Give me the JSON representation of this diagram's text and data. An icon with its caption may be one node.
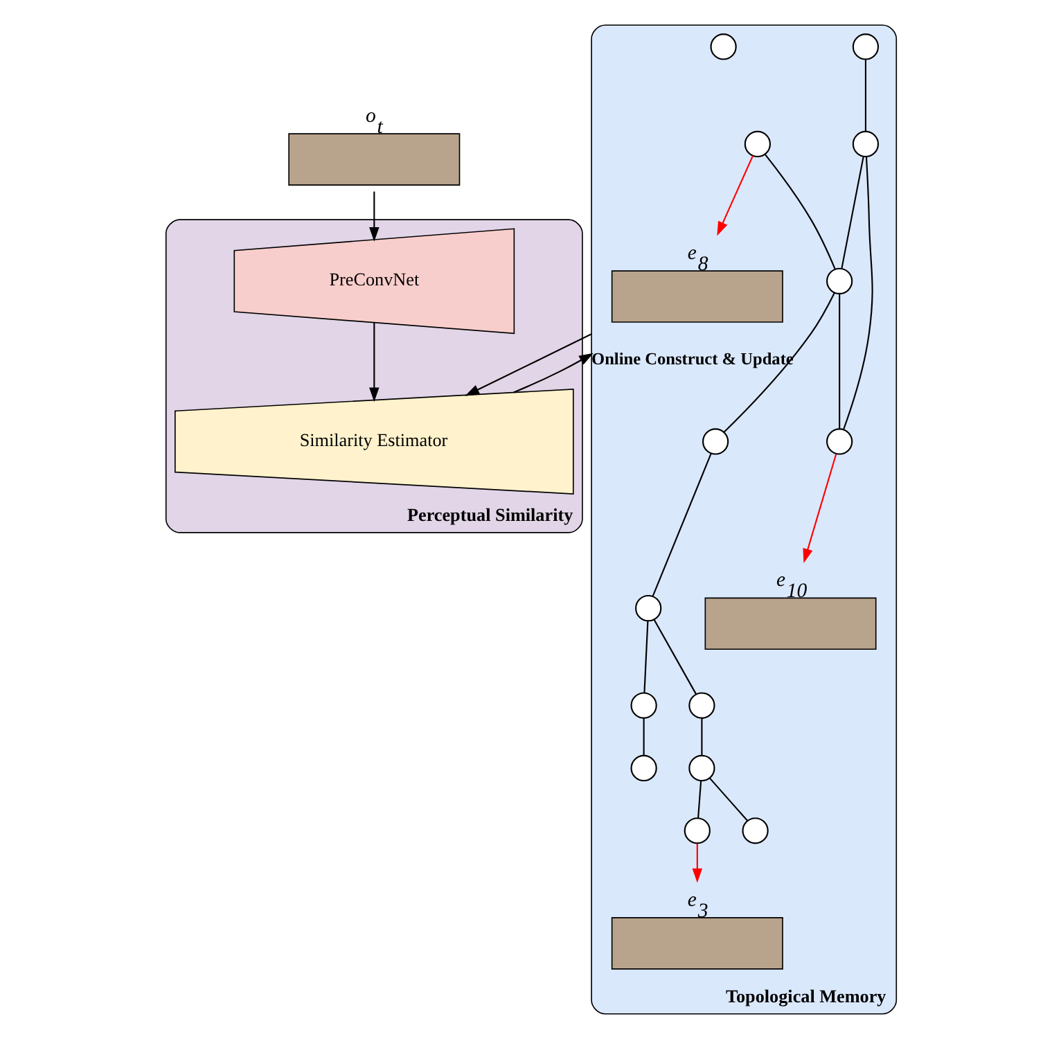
{
  "diagram": {
    "nodes": [
      {
        "text": [
          "Topological Memory"
        ]
      },
      {
        "text": [],
        "shape": "box",
        "in": 0,
        "beside": [
          "e$_{8}$"
        ]
      },
      {
        "text": [],
        "shape": "circle",
        "in": 0
      },
      {
        "text": [],
        "shape": "circle",
        "in": 0
      },
      {
        "text": [],
        "shape": "circle",
        "in": 0
      },
      {
        "text": [],
        "shape": "box",
        "in": 0,
        "beside": [
          "e$_{10}$"
        ]
      },
      {
        "text": [],
        "shape": "circle",
        "in": 0
      },
      {
        "text": [],
        "shape": "circle",
        "in": 0
      },
      {
        "text": [],
        "shape": "box",
        "in": 0,
        "beside": [
          "e$_{3}$"
        ]
      },
      {
        "text": [],
        "shape": "circle",
        "in": 0
      },
      {
        "text": [],
        "shape": "circle",
        "in": 0
      },
      {
        "text": [],
        "shape": "circle",
        "in": 0
      },
      {
        "text": [],
        "shape": "circle",
        "in": 0
      },
      {
        "text": [],
        "shape": "circle",
        "in": 0
      },
      {
        "text": [],
        "shape": "circle",
        "in": 0
      },
      {
        "text": [],
        "shape": "circle",
        "in": 0
      },
      {
        "text": [],
        "shape": "circle",
        "in": 0
      },
      {
        "text": [],
        "shape": "circle",
        "in": 0
      },
      {
        "text": [
          "Perceptual Similarity"
        ]
      },
      {
        "text": [
          "Similarity Estimator"
        ],
        "in": 18
      },
      {
        "text": [
          "PreConvNet"
        ],
        "in": 18
      },
      {
        "text": [],
        "shape": "box",
        "beside": [
          "o$_{t}$"
        ]
      }
    ],
    "edges": [
      {
        "from": 2,
        "to": 1,
        "arrow": "to",
        "color": "#ff0000"
      },
      {
        "from": 7,
        "to": 5,
        "arrow": "to",
        "color": "#ff0000"
      },
      {
        "from": 11,
        "to": 8,
        "arrow": "to",
        "color": "#ff0000"
      },
      {
        "from": 2,
        "to": 6,
        "arrow": "none"
      },
      {
        "from": 3,
        "to": 4,
        "arrow": "none"
      },
      {
        "from": 4,
        "to": 6,
        "arrow": "none"
      },
      {
        "from": 6,
        "to": 7,
        "arrow": "none"
      },
      {
        "from": 4,
        "to": 7,
        "arrow": "none"
      },
      {
        "from": 6,
        "to": 9,
        "arrow": "none"
      },
      {
        "from": 9,
        "to": 15,
        "arrow": "none"
      },
      {
        "from": 15,
        "to": 17,
        "arrow": "none"
      },
      {
        "from": 17,
        "to": 14,
        "arrow": "none"
      },
      {
        "from": 14,
        "to": 13,
        "arrow": "none"
      },
      {
        "from": 14,
        "to": 11,
        "arrow": "none"
      },
      {
        "from": 15,
        "to": 16,
        "arrow": "none"
      },
      {
        "from": 16,
        "to": 12,
        "arrow": "none"
      },
      {
        "from": 0,
        "to": 19,
        "arrow": "to"
      },
      {
        "from": 21,
        "to": 20,
        "arrow": "to"
      },
      {
        "from": 20,
        "to": 19,
        "arrow": "to"
      },
      {
        "from": 19,
        "to": 0,
        "arrow": "to",
        "label": "Online Construct & Update"
      }
    ]
  }
}
